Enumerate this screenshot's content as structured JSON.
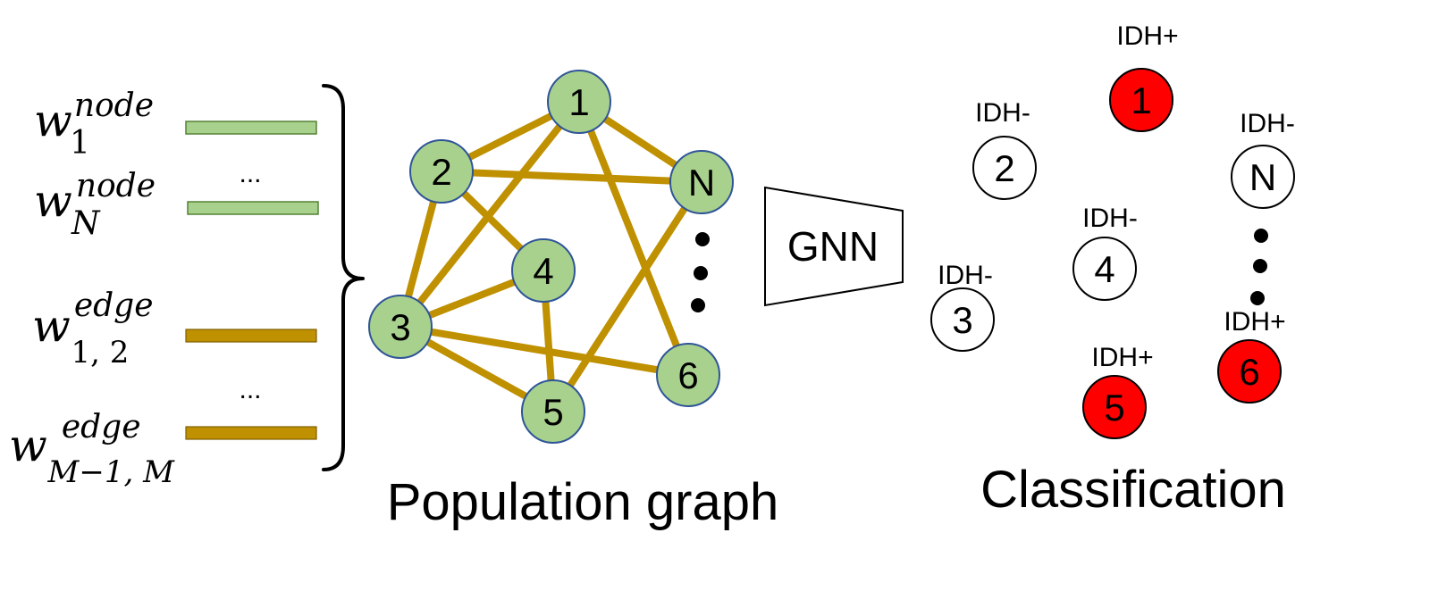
{
  "colors": {
    "node_fill": "#a9d18e",
    "node_stroke": "#2f5597",
    "edge": "#bf9000",
    "node_bar": "#a9d18e",
    "node_bar_stroke": "#548235",
    "edge_bar": "#bf9000",
    "positive_fill": "#ff0000",
    "negative_fill": "#ffffff"
  },
  "weights": {
    "node_1": {
      "base": "w",
      "sub": "1",
      "sup": "node"
    },
    "node_n": {
      "base": "w",
      "sub": "N",
      "sup": "node"
    },
    "node_ellipsis": "...",
    "edge_12": {
      "base": "w",
      "sub": "1, 2",
      "sup": "edge"
    },
    "edge_mm": {
      "base": "w",
      "sub": "M−1, M",
      "sup": "edge"
    },
    "edge_ellipsis": "..."
  },
  "graph": {
    "caption": "Population graph",
    "nodes": [
      {
        "id": "n1",
        "label": "1"
      },
      {
        "id": "n2",
        "label": "2"
      },
      {
        "id": "nN",
        "label": "N"
      },
      {
        "id": "n4",
        "label": "4"
      },
      {
        "id": "n3",
        "label": "3"
      },
      {
        "id": "n6",
        "label": "6"
      },
      {
        "id": "n5",
        "label": "5"
      }
    ],
    "edges": [
      [
        "n1",
        "n2"
      ],
      [
        "n1",
        "n3"
      ],
      [
        "n1",
        "n6"
      ],
      [
        "n1",
        "nN"
      ],
      [
        "n2",
        "nN"
      ],
      [
        "n2",
        "n4"
      ],
      [
        "n2",
        "n3"
      ],
      [
        "n3",
        "n4"
      ],
      [
        "n3",
        "n6"
      ],
      [
        "n3",
        "n5"
      ],
      [
        "n4",
        "n5"
      ],
      [
        "n5",
        "nN"
      ]
    ]
  },
  "model": {
    "label": "GNN"
  },
  "classification": {
    "caption": "Classification",
    "nodes": [
      {
        "label": "1",
        "class": "IDH+",
        "positive": true
      },
      {
        "label": "2",
        "class": "IDH-",
        "positive": false
      },
      {
        "label": "N",
        "class": "IDH-",
        "positive": false
      },
      {
        "label": "4",
        "class": "IDH-",
        "positive": false
      },
      {
        "label": "3",
        "class": "IDH-",
        "positive": false
      },
      {
        "label": "6",
        "class": "IDH+",
        "positive": true
      },
      {
        "label": "5",
        "class": "IDH+",
        "positive": true
      }
    ]
  }
}
